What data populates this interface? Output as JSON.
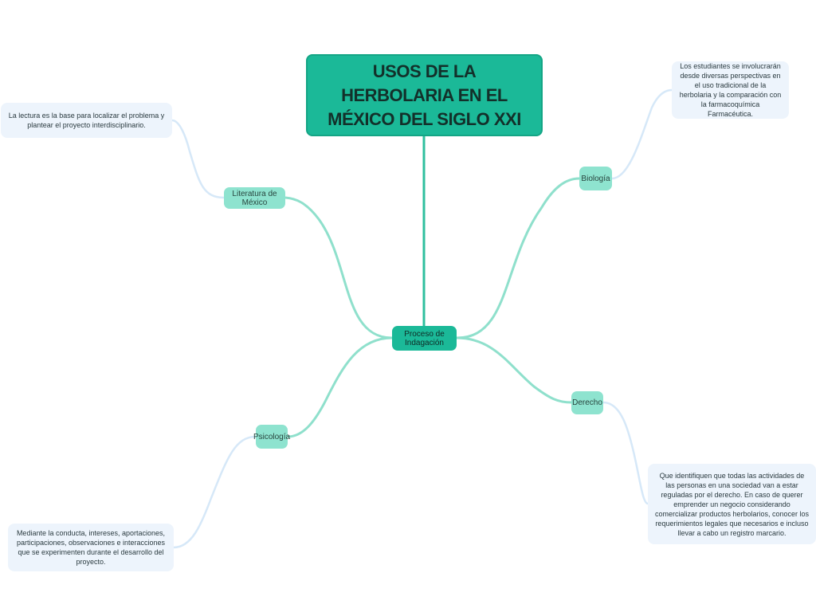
{
  "mindmap": {
    "title": "USOS DE LA HERBOLARIA EN EL MÉXICO DEL SIGLO XXI",
    "hub": "Proceso de Indagación",
    "branches": [
      {
        "topic": "Literatura de México",
        "note": "La lectura es la base para localizar el problema y plantear el proyecto interdisciplinario."
      },
      {
        "topic": "Biología",
        "note": "Los estudiantes se involucrarán desde diversas perspectivas en el uso tradicional de la herbolaria y la comparación con la farmacoquímica Farmacéutica."
      },
      {
        "topic": "Derecho",
        "note": "Que identifiquen que todas las actividades de las personas en una sociedad van a estar reguladas por el derecho. En caso de querer emprender un negocio considerando comercializar productos herbolarios, conocer los requerimientos legales que necesarios e incluso llevar a cabo un registro marcario."
      },
      {
        "topic": "Psicología",
        "note": "Mediante la conducta, intereses, aportaciones, participaciones, observaciones e interacciones que se experimenten durante el desarrollo del proyecto."
      }
    ]
  },
  "colors": {
    "root_fill": "#1bb998",
    "topic_fill": "#8ee3cf",
    "note_fill": "#edf4fc",
    "main_link": "#8fe0cc",
    "note_link": "#d6e8f8"
  }
}
